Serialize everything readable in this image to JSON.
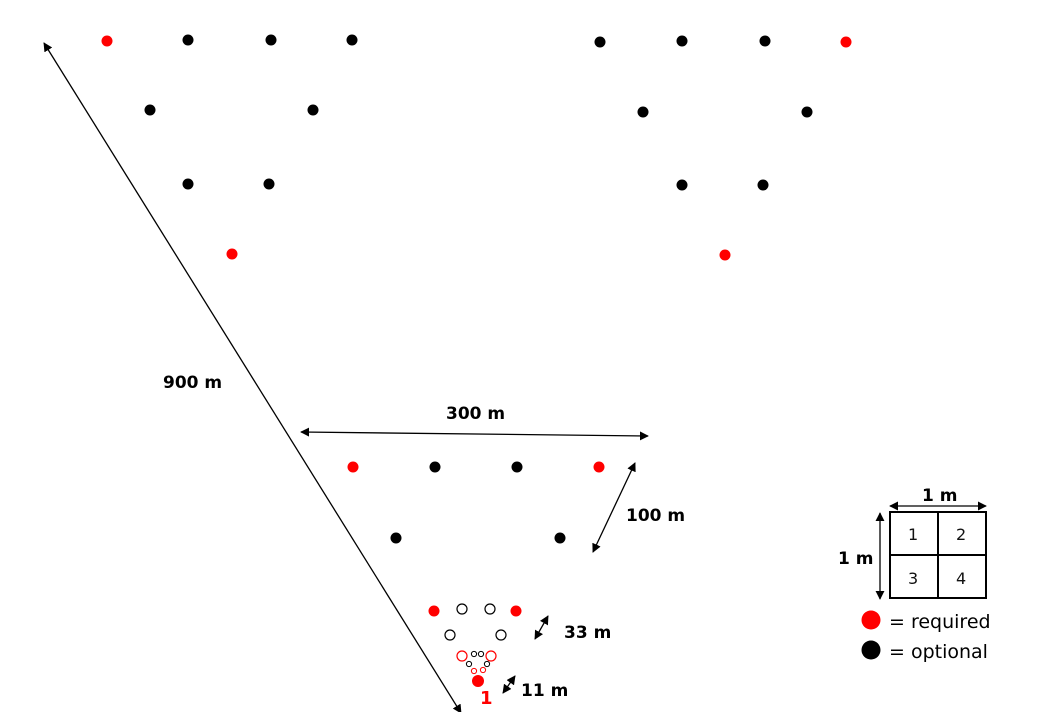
{
  "colors": {
    "required": "#ff0000",
    "optional": "#000000"
  },
  "labels": {
    "d900": "900 m",
    "d300": "300 m",
    "d100": "100 m",
    "d33": "33 m",
    "d11": "11 m",
    "origin": "1"
  },
  "legend": {
    "width": "1 m",
    "height": "1 m",
    "cells": [
      "1",
      "2",
      "3",
      "4"
    ],
    "required": "= required",
    "optional": "= optional"
  }
}
